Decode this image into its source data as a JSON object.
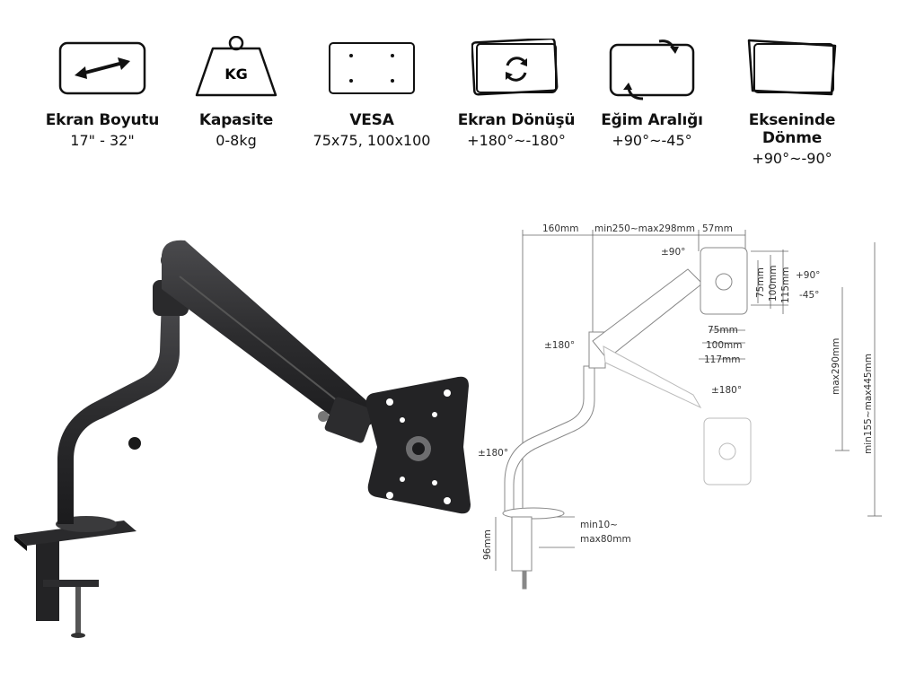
{
  "specs": [
    {
      "icon": "screen-size-icon",
      "title": "Ekran Boyutu",
      "value": "17\" - 32\""
    },
    {
      "icon": "weight-icon",
      "title": "Kapasite",
      "value": "0-8kg",
      "icon_text": "KG"
    },
    {
      "icon": "vesa-icon",
      "title": "VESA",
      "value": "75x75, 100x100"
    },
    {
      "icon": "rotation-icon",
      "title": "Ekran Dönüşü",
      "value": "+180°~-180°"
    },
    {
      "icon": "tilt-icon",
      "title": "Eğim Aralığı",
      "value": "+90°~-45°"
    },
    {
      "icon": "swivel-icon",
      "title": "Ekseninde Dönme",
      "value": "+90°~-90°"
    }
  ],
  "diagram": {
    "dim_160": "160mm",
    "dim_reach": "min250~max298mm",
    "dim_57": "57mm",
    "rot_90": "±90°",
    "dim_75v": "75mm",
    "dim_100v": "100mm",
    "dim_115v": "115mm",
    "tilt_up": "+90°",
    "tilt_down": "-45°",
    "rot_180a": "±180°",
    "dim_75h": "75mm",
    "dim_100h": "100mm",
    "dim_117h": "117mm",
    "rot_180b": "±180°",
    "height_290": "max290mm",
    "height_total": "min155~max445mm",
    "rot_180c": "±180°",
    "clamp_range_1": "min10~",
    "clamp_range_2": "max80mm",
    "clamp_height": "96mm"
  },
  "colors": {
    "arm": "#2c2c2e",
    "line": "#555555"
  }
}
